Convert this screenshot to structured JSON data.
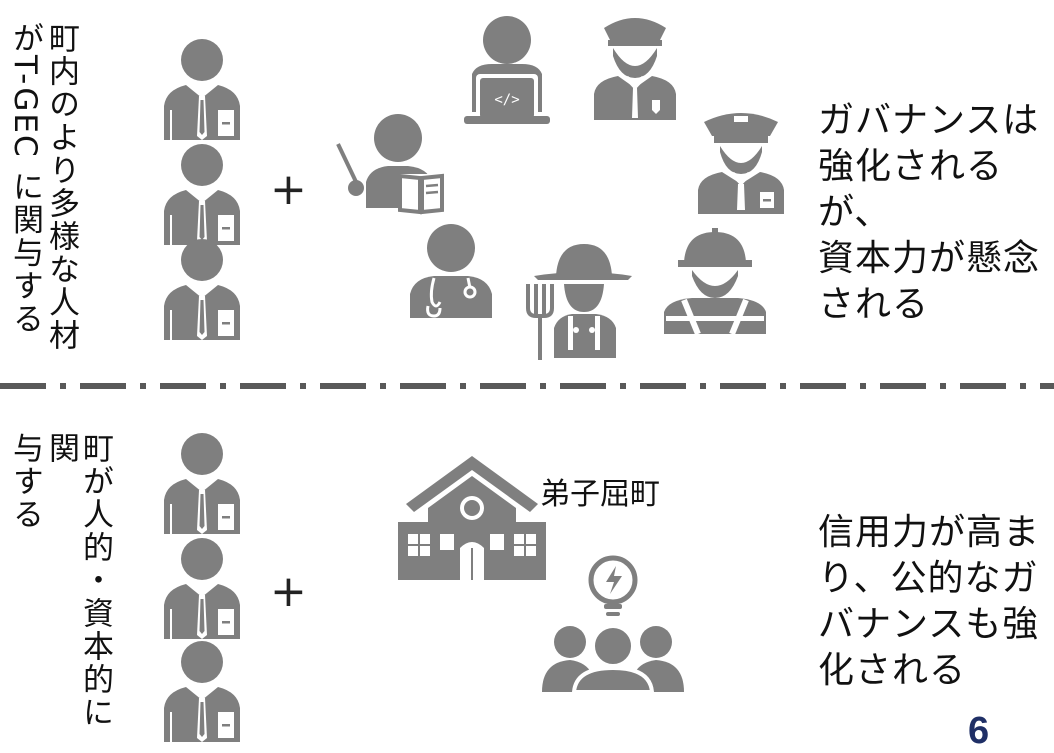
{
  "top_section": {
    "vertical_label": "町内のより多様な人材がT-GEC に関与する",
    "vertical_label_lines": [
      "町内のより多様な人材",
      "がT-GEC に関与する"
    ],
    "plus": "+",
    "right_text": "ガバナンスは\n強化されるが、\n資本力が懸念\nされる",
    "icons": [
      "businessman-icon",
      "programmer-icon",
      "police-officer-icon",
      "teacher-icon",
      "pilot-icon",
      "doctor-icon",
      "farmer-icon",
      "construction-worker-icon"
    ]
  },
  "bottom_section": {
    "vertical_label_lines": [
      "町が人的・資本的に関",
      "与する"
    ],
    "plus": "+",
    "town_label": "弟子屈町",
    "right_text": "信用力が高ま\nり、公的なガ\nバナンスも強\n化される",
    "icons": [
      "businessman-icon",
      "city-hall-icon",
      "community-idea-icon"
    ]
  },
  "page_number": "6",
  "colors": {
    "icon": "#7f7f7f",
    "divider": "#595959",
    "page_number": "#1f2f66"
  }
}
